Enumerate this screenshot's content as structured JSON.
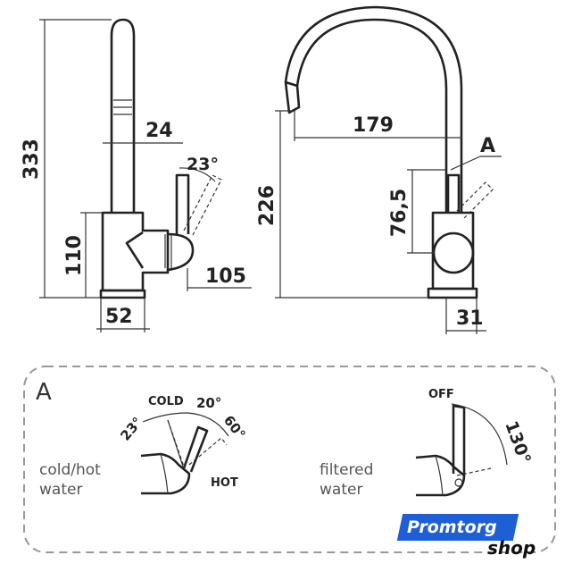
{
  "left_view": {
    "d_333": "333",
    "d_24": "24",
    "d_23": "23°",
    "d_110": "110",
    "d_105": "105",
    "d_52": "52"
  },
  "right_view": {
    "d_179": "179",
    "label_a": "A",
    "d_226": "226",
    "d_76": "76,5",
    "d_31": "31"
  },
  "detail": {
    "title": "A",
    "cold_hot": {
      "line1": "cold/hot",
      "line2": "water",
      "cold": "COLD",
      "hot": "HOT",
      "a23": "23°",
      "a20": "20°",
      "a60": "60°"
    },
    "filtered": {
      "line1": "filtered",
      "line2": "water",
      "off": "OFF",
      "a130": "130°"
    }
  },
  "logo": {
    "top": "Promtorg",
    "bottom": "shop",
    "color": "#1f5fd6"
  }
}
